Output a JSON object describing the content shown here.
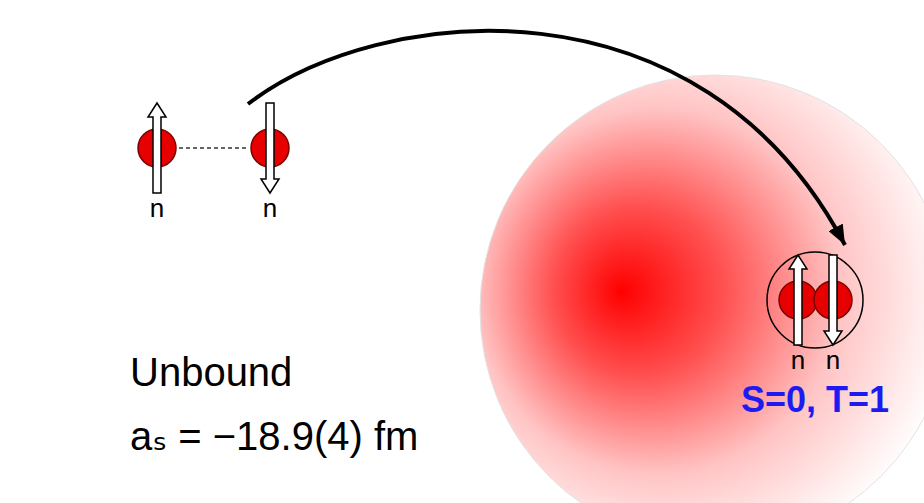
{
  "diagram": {
    "nodes": [
      {
        "text": [
          "n"
        ]
      },
      {
        "text": [
          "n"
        ]
      },
      {
        "text": [
          "S=0, T=1"
        ]
      },
      {
        "text": [
          "n"
        ],
        "in": 2
      },
      {
        "text": [
          "n"
        ],
        "in": 2
      }
    ],
    "edges": [
      {
        "from": 0,
        "to": 1,
        "arrow": "none"
      },
      {
        "from": 1,
        "to": 2,
        "arrow": "to"
      }
    ],
    "labels": [
      "Unbound",
      "aₛ = −18.9(4) fm"
    ]
  }
}
